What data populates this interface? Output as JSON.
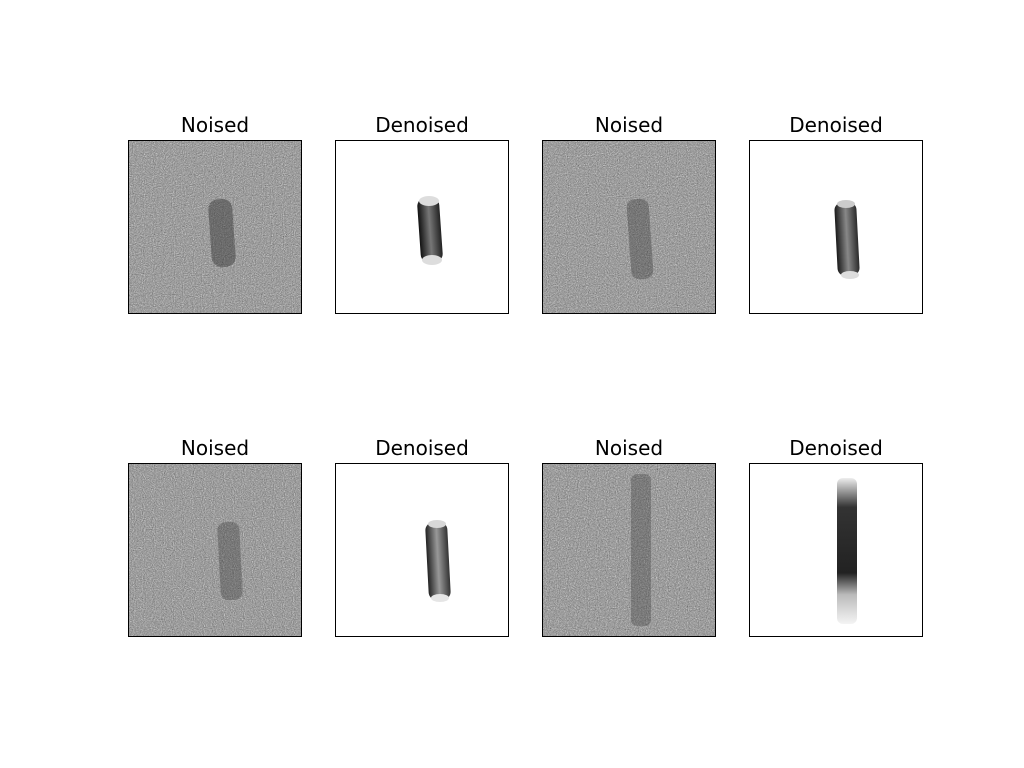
{
  "figure": {
    "panels": [
      {
        "title": "Noised",
        "kind": "noised"
      },
      {
        "title": "Denoised",
        "kind": "denoised"
      },
      {
        "title": "Noised",
        "kind": "noised"
      },
      {
        "title": "Denoised",
        "kind": "denoised"
      },
      {
        "title": "Noised",
        "kind": "noised"
      },
      {
        "title": "Denoised",
        "kind": "denoised"
      },
      {
        "title": "Noised",
        "kind": "noised"
      },
      {
        "title": "Denoised",
        "kind": "denoised"
      }
    ]
  }
}
